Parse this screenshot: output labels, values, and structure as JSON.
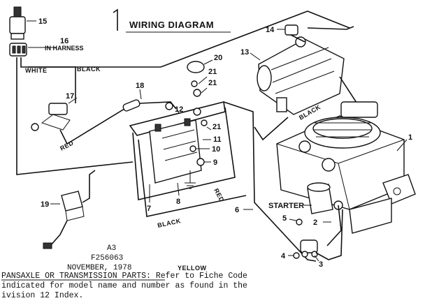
{
  "title": "WIRING DIAGRAM",
  "callouts": {
    "c1": "1",
    "c2": "2",
    "c3": "3",
    "c4": "4",
    "c5": "5",
    "c6": "6",
    "c7": "7",
    "c8": "8",
    "c9": "9",
    "c10": "10",
    "c11": "11",
    "c12": "12",
    "c13": "13",
    "c14": "14",
    "c15": "15",
    "c16": "16",
    "c17": "17",
    "c18": "18",
    "c19": "19",
    "c20": "20",
    "c21a": "21",
    "c21b": "21",
    "c21c": "21"
  },
  "labels": {
    "in_harness": "IN HARNESS",
    "white": "WHITE",
    "black_top": "BLACK",
    "black_right": "BLACK",
    "red_left": "RED",
    "red_mid": "RED",
    "black_bottom": "BLACK",
    "starter": "STARTER",
    "yellow": "YELLOW"
  },
  "reference": {
    "code": "A3",
    "part_number": "F256063",
    "date": "NOVEMBER, 1978"
  },
  "note": {
    "line1": "PANSAXLE OR TRANSMISSION PARTS:  Refer to Fiche Code",
    "line2": "indicated for model name and number as found in the",
    "line3": "ivision 12 Index."
  }
}
